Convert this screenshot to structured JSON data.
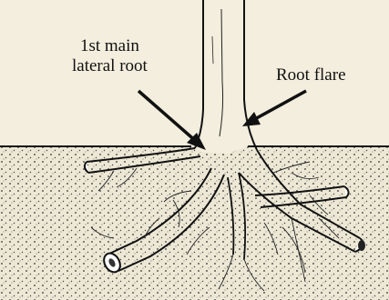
{
  "labels": {
    "lateral_root_line1": "1st main",
    "lateral_root_line2": "lateral root",
    "root_flare": "Root flare"
  },
  "colors": {
    "background": "#f3eedd",
    "soil": "#ede8d5",
    "ink": "#111111"
  }
}
